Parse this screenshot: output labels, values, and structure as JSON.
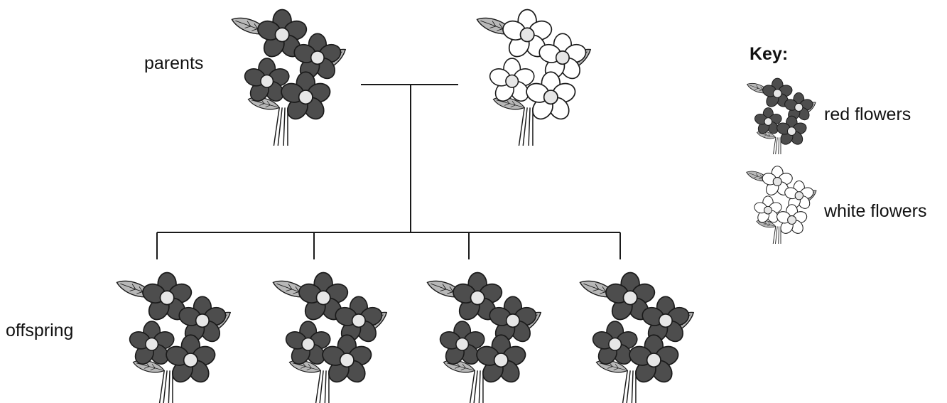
{
  "labels": {
    "parents": "parents",
    "offspring": "offspring"
  },
  "key": {
    "title": "Key:",
    "items": [
      {
        "label": "red flowers",
        "color": "#4d4d4d"
      },
      {
        "label": "white flowers",
        "color": "#ffffff"
      }
    ]
  },
  "parents": [
    {
      "type": "red"
    },
    {
      "type": "white"
    }
  ],
  "offspring": [
    {
      "type": "red"
    },
    {
      "type": "red"
    },
    {
      "type": "red"
    },
    {
      "type": "red"
    }
  ],
  "colors": {
    "red_petal": "#4d4d4d",
    "white_petal": "#ffffff",
    "center": "#e6e6e6",
    "leaf": "#b8b8b8",
    "line": "#1a1a1a"
  }
}
